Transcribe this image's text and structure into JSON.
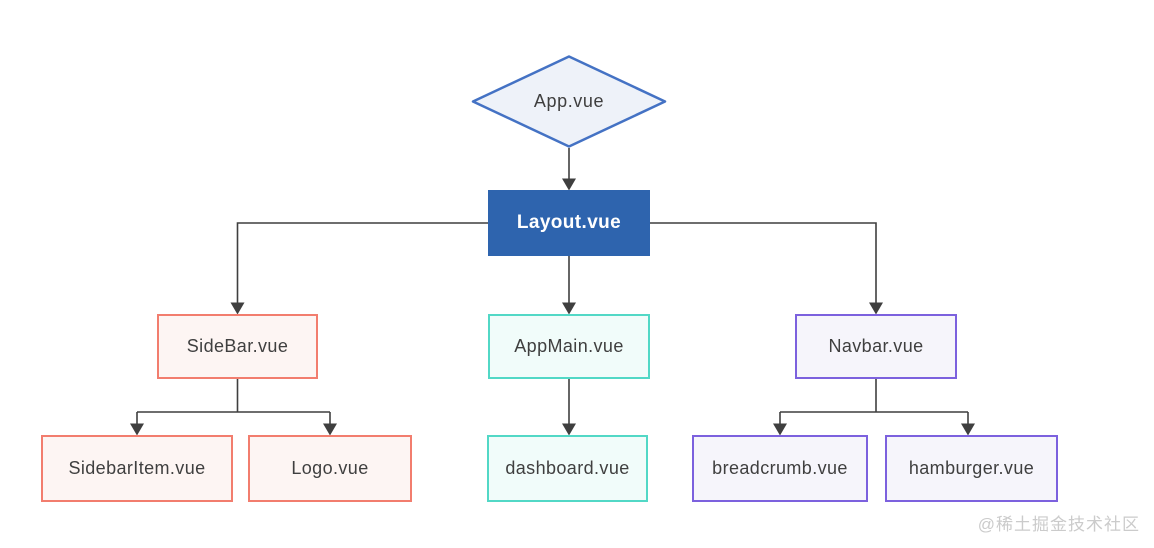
{
  "diagram_type": "component-tree-flowchart",
  "nodes": {
    "app": {
      "label": "App.vue",
      "shape": "diamond",
      "border": "#4472C4",
      "fill": "#EEF2F9",
      "text_color": "#3F3F3F"
    },
    "layout": {
      "label": "Layout.vue",
      "shape": "rectangle",
      "border": "#2E64AE",
      "fill": "#2E64AE",
      "text_color": "#FFFFFF"
    },
    "sidebar": {
      "label": "SideBar.vue",
      "shape": "rectangle",
      "border": "#F27D6E",
      "fill": "#FDF5F3",
      "text_color": "#3F3F3F"
    },
    "appmain": {
      "label": "AppMain.vue",
      "shape": "rectangle",
      "border": "#52D8C6",
      "fill": "#F1FCFA",
      "text_color": "#3F3F3F"
    },
    "navbar": {
      "label": "Navbar.vue",
      "shape": "rectangle",
      "border": "#7C61DE",
      "fill": "#F6F5FB",
      "text_color": "#3F3F3F"
    },
    "sidebaritem": {
      "label": "SidebarItem.vue",
      "shape": "rectangle",
      "border": "#F27D6E",
      "fill": "#FDF5F3",
      "text_color": "#3F3F3F"
    },
    "logo": {
      "label": "Logo.vue",
      "shape": "rectangle",
      "border": "#F27D6E",
      "fill": "#FDF5F3",
      "text_color": "#3F3F3F"
    },
    "dashboard": {
      "label": "dashboard.vue",
      "shape": "rectangle",
      "border": "#52D8C6",
      "fill": "#F1FCFA",
      "text_color": "#3F3F3F"
    },
    "breadcrumb": {
      "label": "breadcrumb.vue",
      "shape": "rectangle",
      "border": "#7C61DE",
      "fill": "#F6F5FB",
      "text_color": "#3F3F3F"
    },
    "hamburger": {
      "label": "hamburger.vue",
      "shape": "rectangle",
      "border": "#7C61DE",
      "fill": "#F6F5FB",
      "text_color": "#3F3F3F"
    }
  },
  "edges": [
    {
      "from": "App.vue",
      "to": "Layout.vue"
    },
    {
      "from": "Layout.vue",
      "to": "SideBar.vue"
    },
    {
      "from": "Layout.vue",
      "to": "AppMain.vue"
    },
    {
      "from": "Layout.vue",
      "to": "Navbar.vue"
    },
    {
      "from": "SideBar.vue",
      "to": "SidebarItem.vue"
    },
    {
      "from": "SideBar.vue",
      "to": "Logo.vue"
    },
    {
      "from": "AppMain.vue",
      "to": "dashboard.vue"
    },
    {
      "from": "Navbar.vue",
      "to": "breadcrumb.vue"
    },
    {
      "from": "Navbar.vue",
      "to": "hamburger.vue"
    }
  ],
  "connector_color": "#3F3F3F",
  "background": "#FFFFFF",
  "watermark": {
    "text": "@稀土掘金技术社区",
    "color": "#CBCBCB"
  }
}
